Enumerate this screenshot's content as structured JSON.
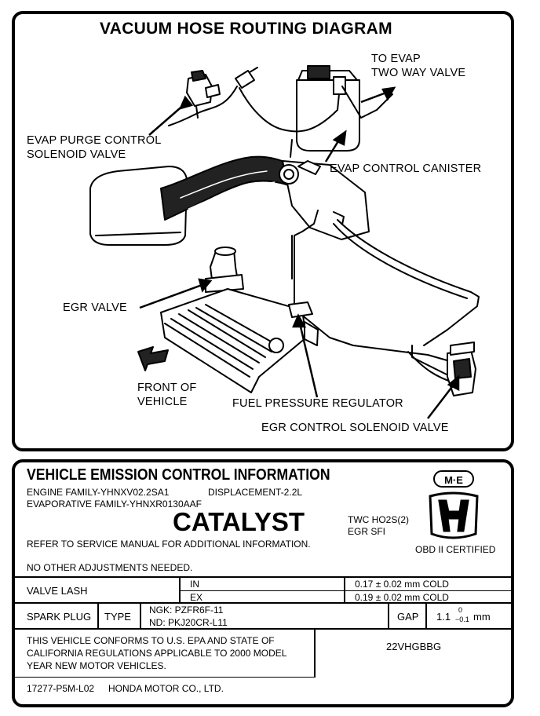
{
  "diagram": {
    "title": "VACUUM HOSE ROUTING DIAGRAM",
    "labels": {
      "to_evap_line1": "TO EVAP",
      "to_evap_line2": "TWO WAY VALVE",
      "purge_line1": "EVAP PURGE CONTROL",
      "purge_line2": "SOLENOID VALVE",
      "canister": "EVAP CONTROL CANISTER",
      "egr_valve": "EGR VALVE",
      "front_line1": "FRONT OF",
      "front_line2": "VEHICLE",
      "fuel_reg": "FUEL PRESSURE REGULATOR",
      "egr_solenoid": "EGR CONTROL SOLENOID VALVE"
    }
  },
  "emission": {
    "title": "VEHICLE EMISSION CONTROL INFORMATION",
    "engine_family": "ENGINE FAMILY-YHNXV02.2SA1",
    "displacement": "DISPLACEMENT-2.2L",
    "evap_family": "EVAPORATIVE FAMILY-YHNXR0130AAF",
    "catalyst": "CATALYST",
    "twc": "TWC HO2S(2)",
    "egr_sfi": "EGR SFI",
    "badge": "M·E",
    "obd": "OBD II CERTIFIED",
    "refer": "REFER TO SERVICE MANUAL FOR ADDITIONAL INFORMATION.",
    "no_adjust": "NO OTHER ADJUSTMENTS NEEDED.",
    "valve_lash_label": "VALVE LASH",
    "in_label": "IN",
    "ex_label": "EX",
    "in_value": "0.17 ± 0.02 mm COLD",
    "ex_value": "0.19 ± 0.02 mm COLD",
    "spark_plug_label": "SPARK PLUG",
    "type_label": "TYPE",
    "ngk": "NGK: PZFR6F-11",
    "nd": "ND: PKJ20CR-L11",
    "gap_label": "GAP",
    "gap_value": "1.1",
    "gap_tol_top": "0",
    "gap_tol_bottom": "−0.1",
    "gap_unit": "mm",
    "conform_line1": "THIS VEHICLE CONFORMS TO U.S. EPA AND STATE OF",
    "conform_line2": "CALIFORNIA REGULATIONS APPLICABLE TO 2000 MODEL",
    "conform_line3": "YEAR NEW MOTOR VEHICLES.",
    "code": "22VHGBBG",
    "part_number": "17277-P5M-L02",
    "maker": "HONDA MOTOR CO., LTD."
  }
}
